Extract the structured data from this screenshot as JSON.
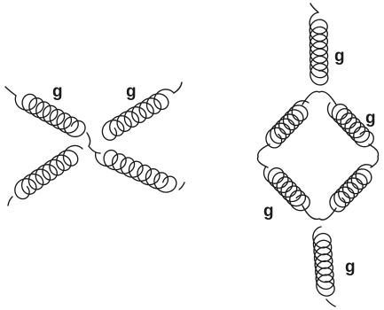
{
  "diagrams": [
    {
      "id": "four-gluon-vertex",
      "labels": [
        {
          "key": "upper-left",
          "text": "g"
        },
        {
          "key": "upper-right",
          "text": "g"
        }
      ]
    },
    {
      "id": "gluon-loop",
      "labels": [
        {
          "key": "top",
          "text": "g"
        },
        {
          "key": "right",
          "text": "g"
        },
        {
          "key": "left",
          "text": "g"
        },
        {
          "key": "bottom",
          "text": "g"
        }
      ]
    }
  ]
}
